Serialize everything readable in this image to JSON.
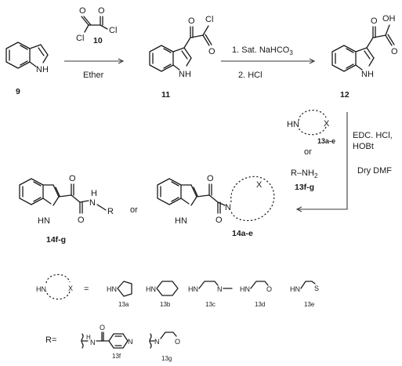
{
  "compounds": {
    "c9": "9",
    "c10": "10",
    "c11": "11",
    "c12": "12",
    "c13ae": "13a-e",
    "c13fg": "13f-g",
    "c14fg": "14f-g",
    "c14ae": "14a-e"
  },
  "conditions": {
    "step1_solvent": "Ether",
    "step2_line1": "1.  Sat. NaHCO",
    "step2_sub": "3",
    "step2_line2": "2. HCl",
    "step3_line1": "EDC. HCl,",
    "step3_line2": "HOBt",
    "step3_solvent": "Dry DMF",
    "or": "or"
  },
  "atoms": {
    "N": "N",
    "H": "H",
    "NH": "NH",
    "HN": "HN",
    "O": "O",
    "S": "S",
    "Cl": "Cl",
    "OH": "OH",
    "X": "X",
    "R": "R",
    "amine": "R–NH",
    "amine_sub": "2"
  },
  "legend": {
    "equals": "=",
    "r_equals": "R=",
    "a": "13a",
    "b": "13b",
    "c": "13c",
    "d": "13d",
    "e": "13e",
    "f": "13f",
    "g": "13g"
  },
  "colors": {
    "ink": "#1a1a1a",
    "arrow": "#3a3a3a"
  }
}
